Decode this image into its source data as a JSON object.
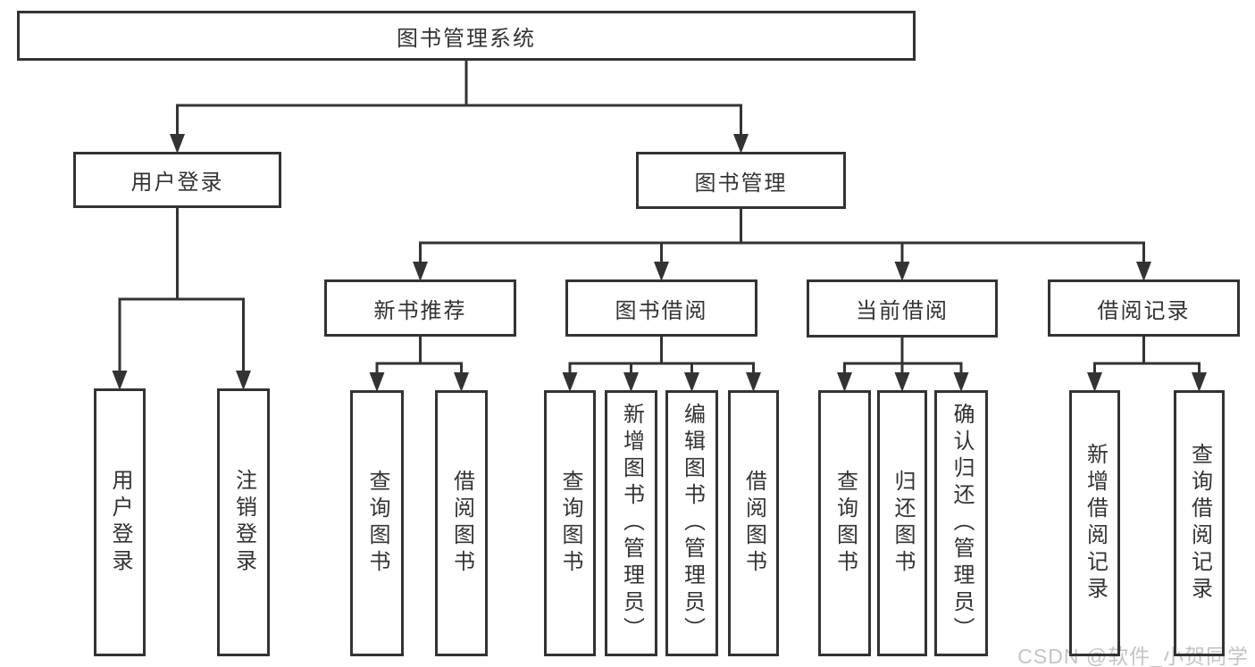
{
  "diagram": {
    "title": "图书管理系统",
    "nodes": [
      {
        "id": "root",
        "label": "图书管理系统",
        "parent": null
      },
      {
        "id": "user-login",
        "label": "用户登录",
        "parent": "root"
      },
      {
        "id": "book-mgmt",
        "label": "图书管理",
        "parent": "root"
      },
      {
        "id": "new-book-rec",
        "label": "新书推荐",
        "parent": "book-mgmt"
      },
      {
        "id": "book-borrow",
        "label": "图书借阅",
        "parent": "book-mgmt"
      },
      {
        "id": "current-borrow",
        "label": "当前借阅",
        "parent": "book-mgmt"
      },
      {
        "id": "borrow-records",
        "label": "借阅记录",
        "parent": "book-mgmt"
      },
      {
        "id": "leaf-user-login",
        "label": "用户登录",
        "parent": "user-login"
      },
      {
        "id": "leaf-logout",
        "label": "注销登录",
        "parent": "user-login"
      },
      {
        "id": "leaf-query-book-1",
        "label": "查询图书",
        "parent": "new-book-rec"
      },
      {
        "id": "leaf-borrow-book-1",
        "label": "借阅图书",
        "parent": "new-book-rec"
      },
      {
        "id": "leaf-query-book-2",
        "label": "查询图书",
        "parent": "book-borrow"
      },
      {
        "id": "leaf-add-book",
        "label": "新增图书（管理员）",
        "parent": "book-borrow"
      },
      {
        "id": "leaf-edit-book",
        "label": "编辑图书（管理员）",
        "parent": "book-borrow"
      },
      {
        "id": "leaf-borrow-book-2",
        "label": "借阅图书",
        "parent": "book-borrow"
      },
      {
        "id": "leaf-query-book-3",
        "label": "查询图书",
        "parent": "current-borrow"
      },
      {
        "id": "leaf-return-book",
        "label": "归还图书",
        "parent": "current-borrow"
      },
      {
        "id": "leaf-confirm-return",
        "label": "确认归还（管理员）",
        "parent": "current-borrow"
      },
      {
        "id": "leaf-add-borrow-record",
        "label": "新增借阅记录",
        "parent": "borrow-records"
      },
      {
        "id": "leaf-query-borrow-record",
        "label": "查询借阅记录",
        "parent": "borrow-records"
      }
    ]
  },
  "watermark": {
    "text": "CSDN @软件_小贺同学"
  },
  "colors": {
    "line": "#333333",
    "text": "#333333",
    "watermark": "#c4c4c4",
    "background": "#ffffff"
  }
}
